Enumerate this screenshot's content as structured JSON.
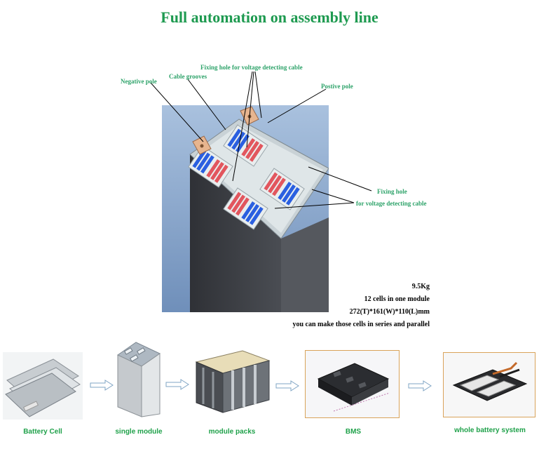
{
  "title": "Full automation on assembly line",
  "callouts": {
    "negative_pole": "Negative pole",
    "cable_grooves": "Cable grooves",
    "fixing_hole_top": "Fixing hole for voltage detecting cable",
    "positive_pole": "Postive pole",
    "fixing_hole_right_1": "Fixing hole",
    "fixing_hole_right_2": "for voltage detecting cable"
  },
  "specs": {
    "weight": "9.5Kg",
    "cells": "12 cells in one module",
    "dimensions": "272(T)*161(W)*110(L)mm",
    "note": "you can make those cells in series and parallel"
  },
  "flow": [
    {
      "label": "Battery Cell"
    },
    {
      "label": "single module"
    },
    {
      "label": "module packs"
    },
    {
      "label": "BMS"
    },
    {
      "label": "whole battery system"
    }
  ],
  "colors": {
    "title_green": "#1e9a50",
    "label_green": "#1fa14a",
    "cell_red": "#e2565e",
    "cell_blue": "#2a5fe0",
    "module_gray": "#3e4046",
    "background_blue": "#8fb0d6"
  }
}
